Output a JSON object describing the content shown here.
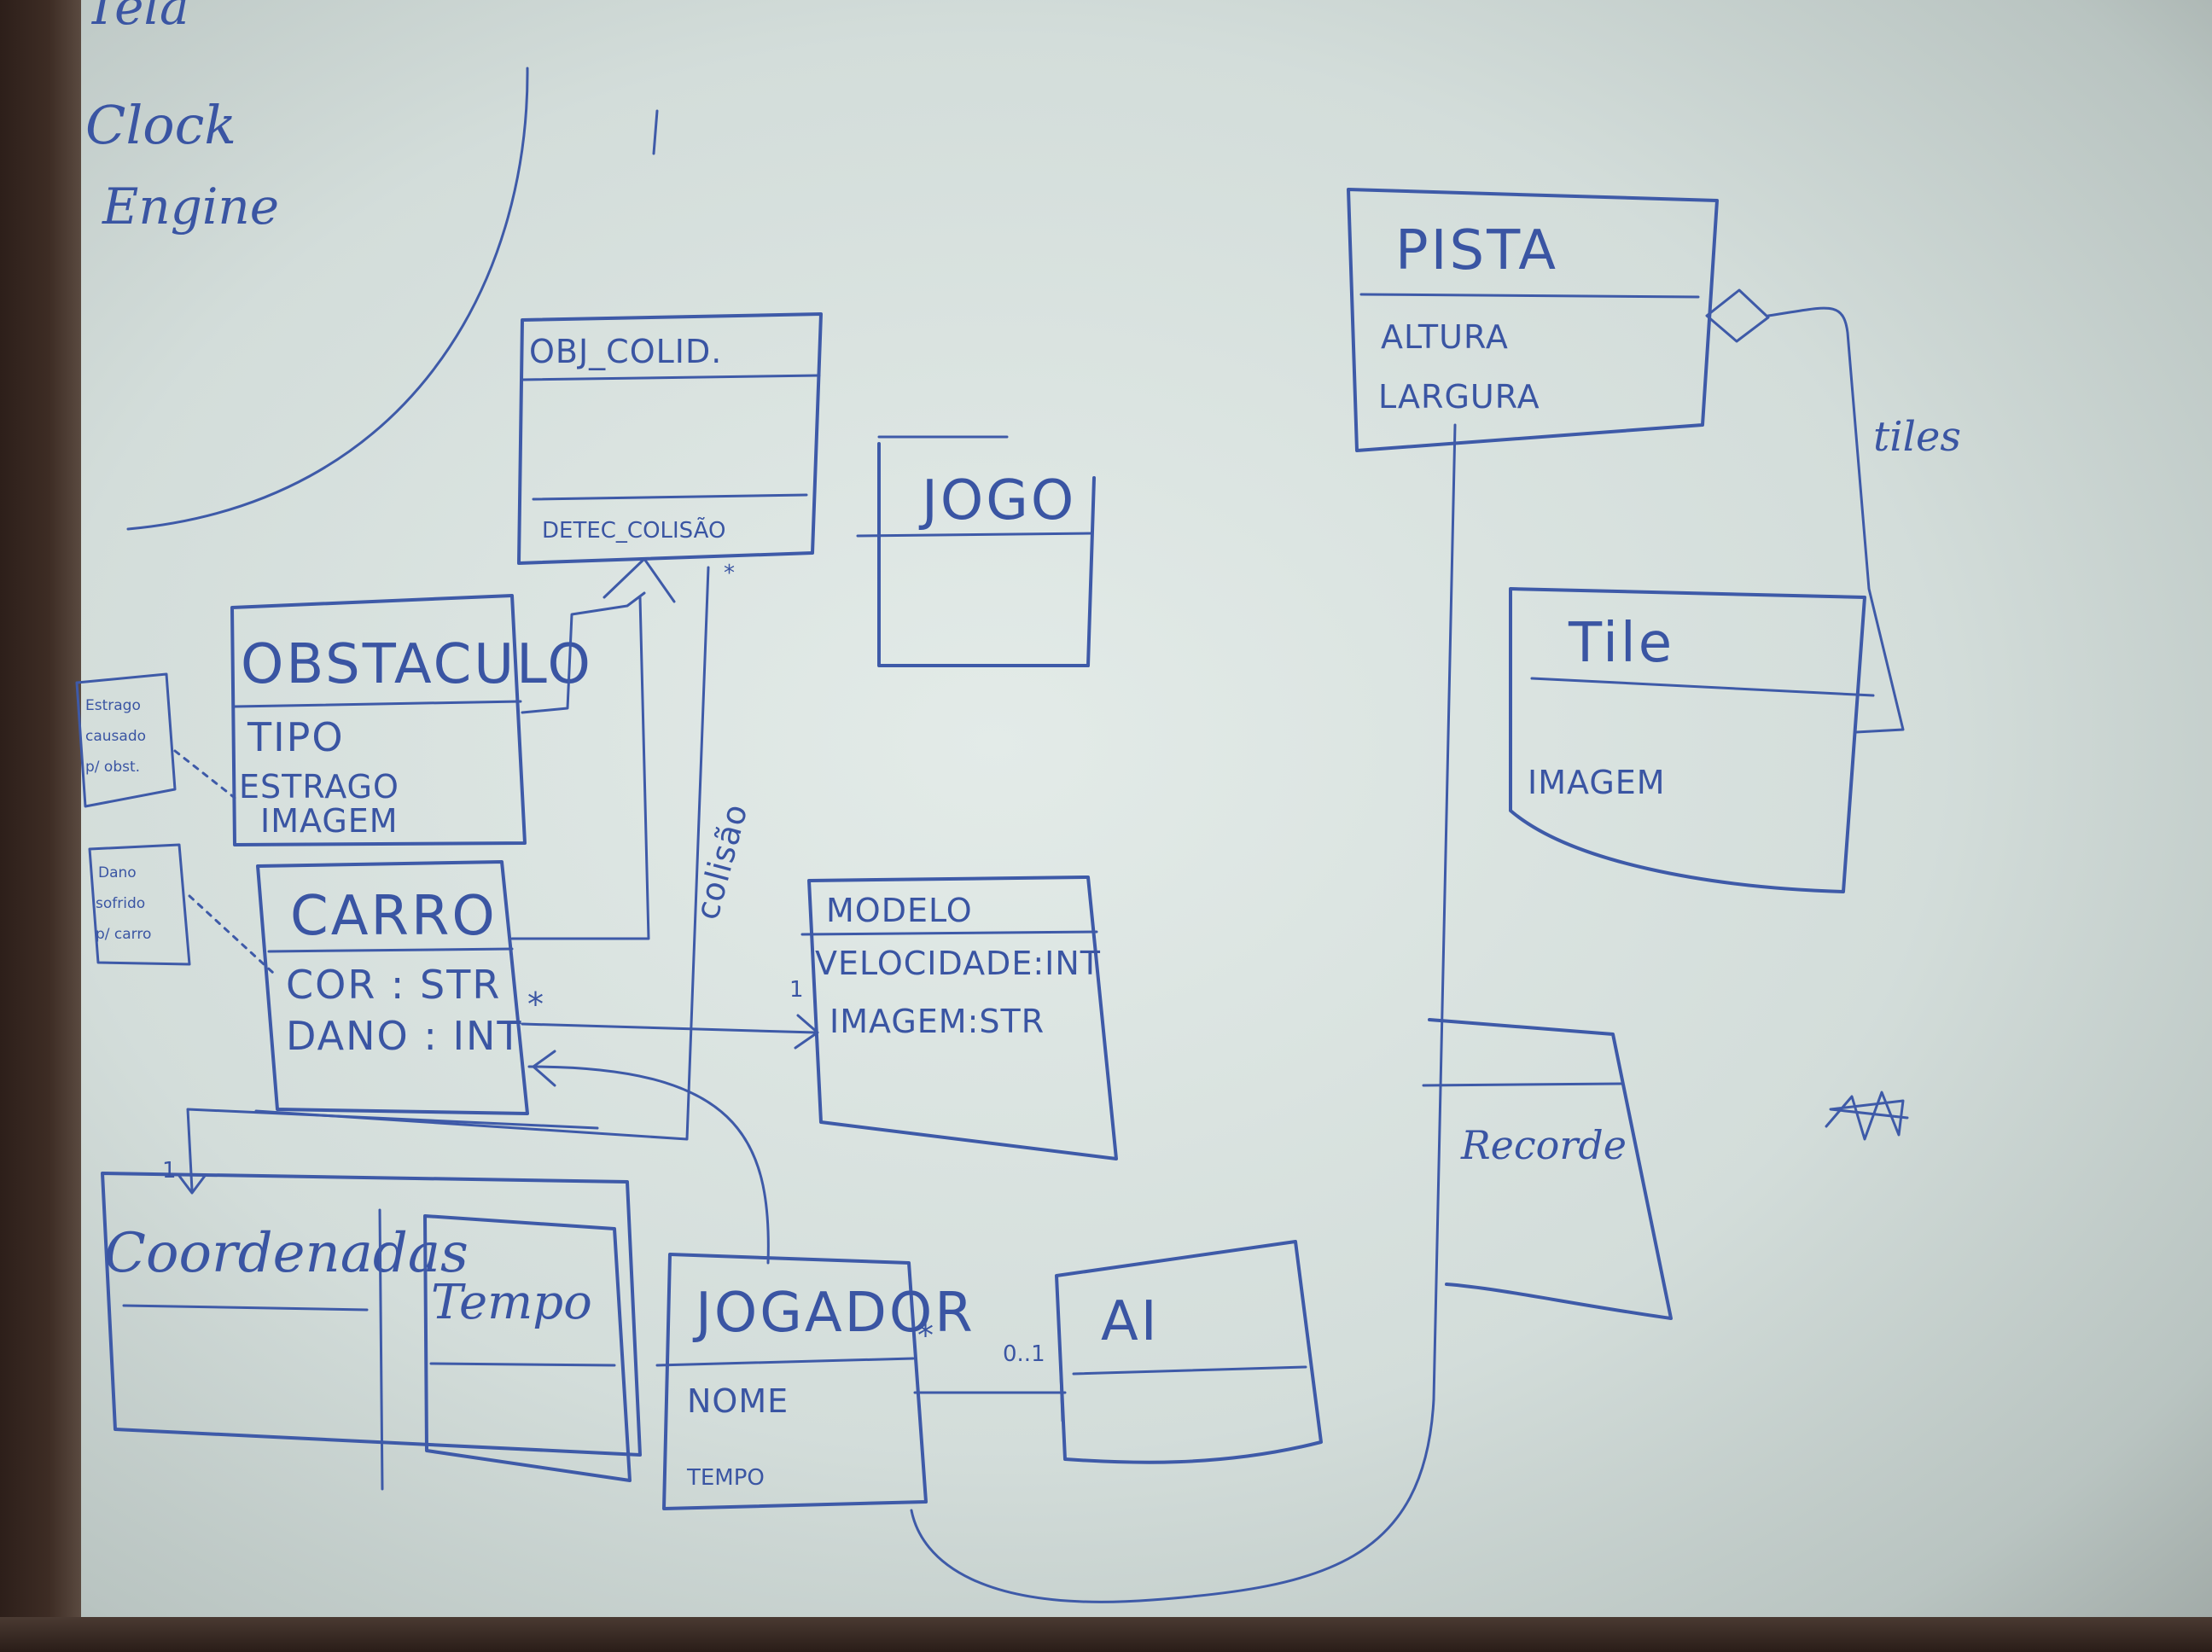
{
  "corner_words": [
    "Tela",
    "Clock",
    "Engine"
  ],
  "classes": {
    "obj_colid": {
      "name": "OBJ_COLID.",
      "method": "DETEC_COLISÃO"
    },
    "jogo": {
      "name": "JOGO"
    },
    "obstaculo": {
      "name": "OBSTACULO",
      "attributes": [
        "TIPO",
        "ESTRAGO",
        "IMAGEM"
      ]
    },
    "carro": {
      "name": "CARRO",
      "attributes": [
        "COR : STR",
        "DANO : INT"
      ]
    },
    "modelo": {
      "name": "MODELO",
      "attributes": [
        "VELOCIDADE:INT",
        "IMAGEM:STR"
      ]
    },
    "pista": {
      "name": "PISTA",
      "attributes": [
        "ALTURA",
        "LARGURA"
      ]
    },
    "tile": {
      "name": "Tile",
      "attributes": [
        "IMAGEM"
      ]
    },
    "recorde": {
      "name": "Recorde"
    },
    "coordenadas": {
      "name": "Coordenadas"
    },
    "tempo": {
      "name": "Tempo"
    },
    "jogador": {
      "name": "JOGADOR",
      "attributes": [
        "NOME",
        "TEMPO"
      ]
    },
    "ai": {
      "name": "AI"
    }
  },
  "relation_labels": {
    "tiles": "tiles",
    "colisao": "colisão",
    "star_obj_colid": "*",
    "star_carro": "*",
    "star_jogador": "*",
    "one_modelo": "1",
    "one_coord": "1",
    "zero_one_ai": "0..1"
  },
  "notes": {
    "note_obstaculo": [
      "Estrago",
      "causado",
      "p/ obst."
    ],
    "note_carro": [
      "Dano",
      "sofrido",
      "p/ carro"
    ]
  }
}
